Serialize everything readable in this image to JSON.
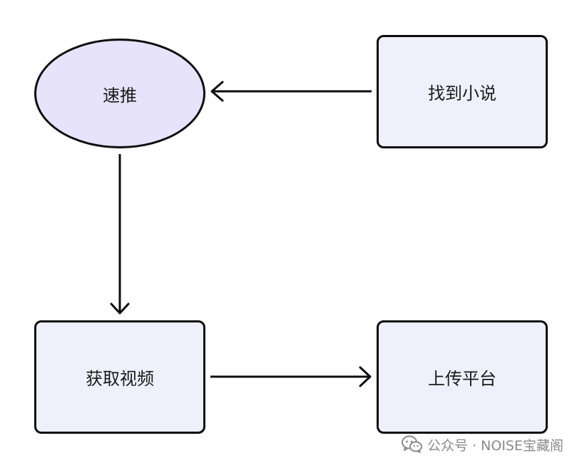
{
  "nodes": {
    "speed_push": "速推",
    "find_novel": "找到小说",
    "get_video": "获取视频",
    "upload_platform": "上传平台"
  },
  "watermark": {
    "text": "公众号 · NOISE宝藏阁",
    "icon": "wechat-icon"
  },
  "colors": {
    "rect_fill": "#eef0fb",
    "ellipse_fill": "#e6e3fb",
    "stroke": "#0d0d0d",
    "watermark": "#8a8a8a"
  }
}
